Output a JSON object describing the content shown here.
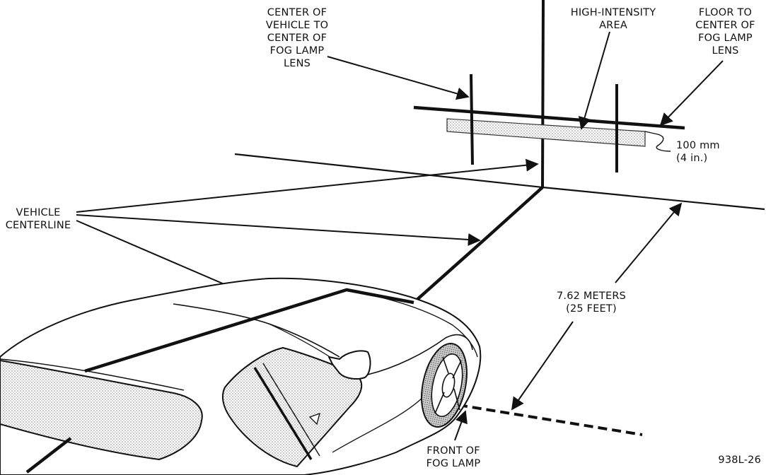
{
  "labels": {
    "center_vehicle_lamp": [
      "CENTER OF",
      "VEHICLE TO",
      "CENTER OF",
      "FOG LAMP",
      "LENS"
    ],
    "high_intensity": [
      "HIGH-INTENSITY",
      "AREA"
    ],
    "floor_to_lamp": [
      "FLOOR TO",
      "CENTER OF",
      "FOG LAMP",
      "LENS"
    ],
    "dimension_mm": [
      "100 mm",
      "(4 in.)"
    ],
    "vehicle_centerline": [
      "VEHICLE",
      "CENTERLINE"
    ],
    "distance": [
      "7.62 METERS",
      "(25 FEET)"
    ],
    "front_of_lamp": [
      "FRONT OF",
      "FOG LAMP"
    ],
    "figure_id": "938L-26"
  }
}
